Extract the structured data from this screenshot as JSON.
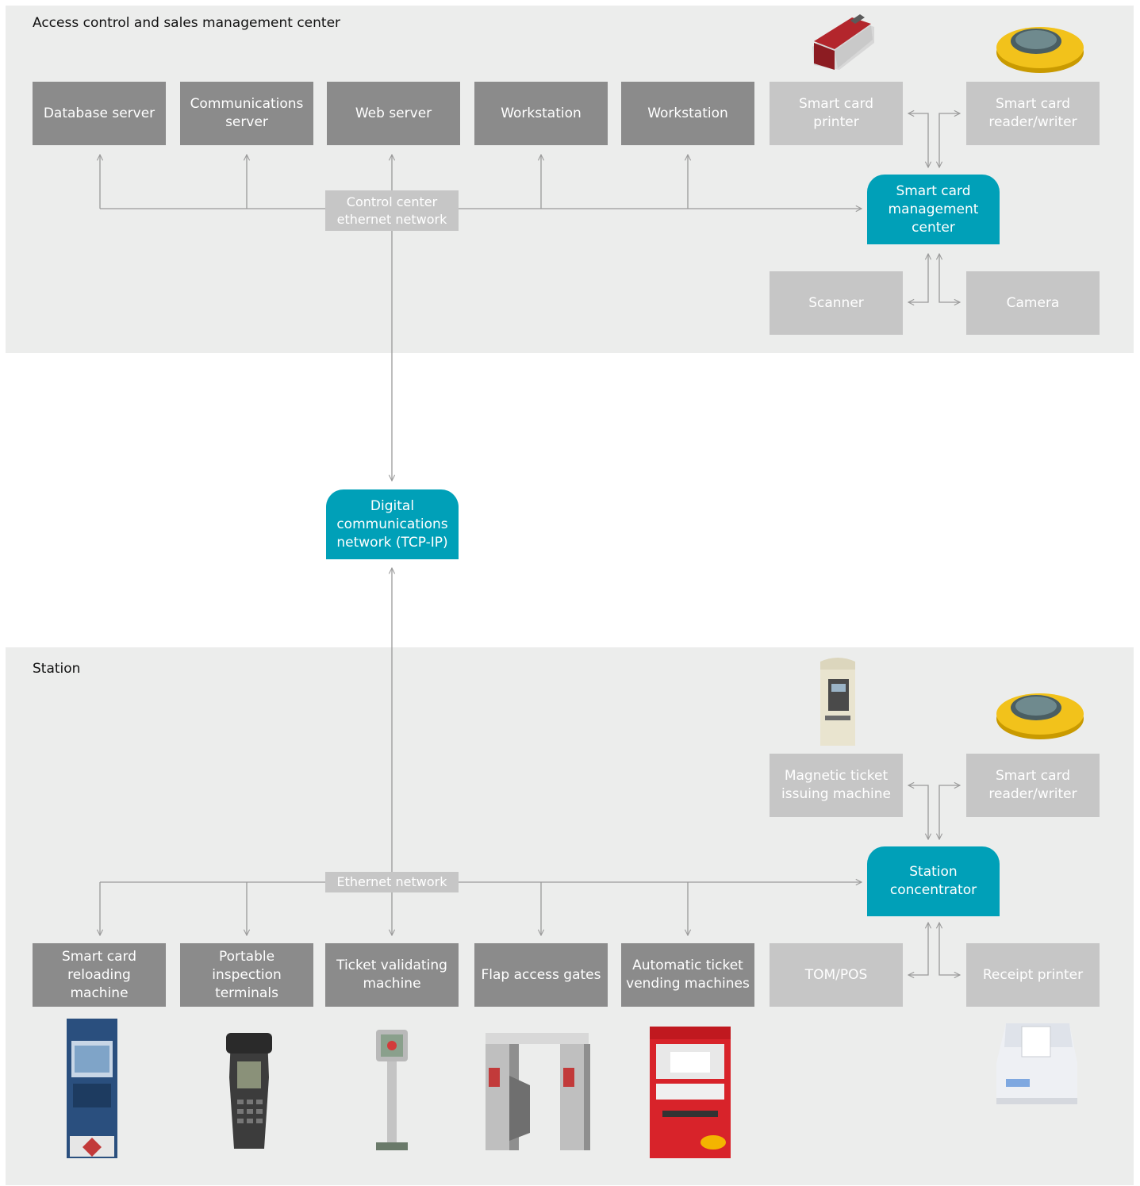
{
  "panels": {
    "top_title": "Access control and sales management center",
    "bottom_title": "Station"
  },
  "top": {
    "database_server": "Database server",
    "communications_server": "Communications server",
    "web_server": "Web server",
    "workstation_1": "Workstation",
    "workstation_2": "Workstation",
    "smart_card_printer": "Smart card printer",
    "smart_card_reader_writer": "Smart card reader/writer",
    "control_center_network": "Control center ethernet network",
    "smart_card_management_center": "Smart card management center",
    "scanner": "Scanner",
    "camera": "Camera"
  },
  "middle": {
    "digital_network": "Digital communications network (TCP-IP)"
  },
  "bottom": {
    "magnetic_ticket_machine": "Magnetic ticket issuing machine",
    "smart_card_reader_writer": "Smart card reader/writer",
    "ethernet_network": "Ethernet network",
    "station_concentrator": "Station concentrator",
    "smart_card_reloading": "Smart card reloading machine",
    "portable_inspection": "Portable inspection terminals",
    "ticket_validating": "Ticket validating machine",
    "flap_access_gates": "Flap access gates",
    "automatic_ticket_vending": "Automatic ticket vending machines",
    "tom_pos": "TOM/POS",
    "receipt_printer": "Receipt printer"
  },
  "colors": {
    "panel": "#ecedec",
    "dark_box": "#8b8b8b",
    "light_box": "#c6c6c6",
    "accent_teal": "#00a0b8",
    "line": "#9a9a9a"
  }
}
